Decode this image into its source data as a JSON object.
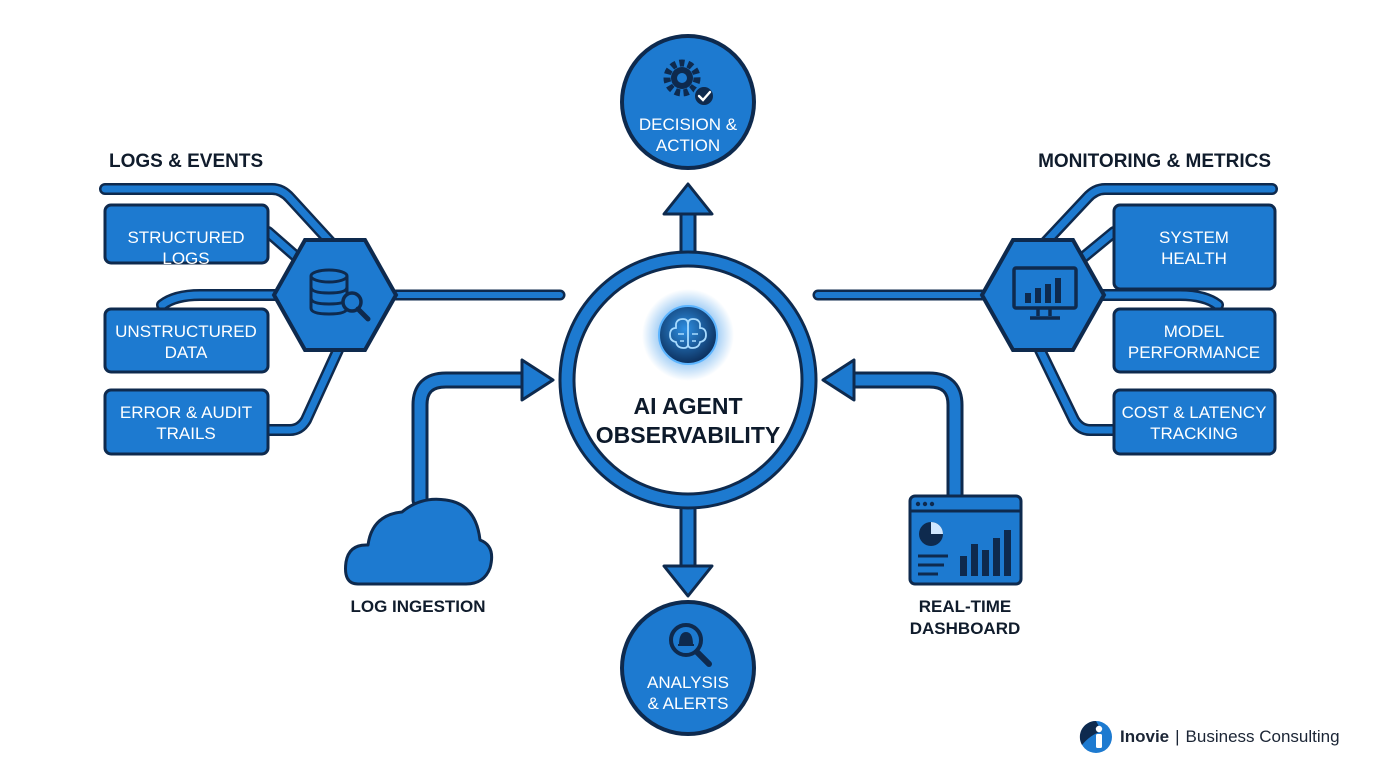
{
  "colors": {
    "accent": "#1d7ad0",
    "outline": "#0e2a4e",
    "bg": "#ffffff"
  },
  "center": {
    "line1": "AI AGENT",
    "line2": "OBSERVABILITY",
    "icon": "brain-icon"
  },
  "top_node": {
    "line1": "DECISION &",
    "line2": "ACTION",
    "icon": "gear-check-icon"
  },
  "bottom_node": {
    "line1": "ANALYSIS",
    "line2": "& ALERTS",
    "icon": "bell-search-icon"
  },
  "left_group": {
    "heading": "LOGS & EVENTS",
    "hub_icon": "database-search-icon",
    "items": [
      {
        "line1": "STRUCTURED",
        "line2": "LOGS"
      },
      {
        "line1": "UNSTRUCTURED",
        "line2": "DATA"
      },
      {
        "line1": "ERROR & AUDIT",
        "line2": "TRAILS"
      }
    ]
  },
  "right_group": {
    "heading": "MONITORING & METRICS",
    "hub_icon": "monitor-chart-icon",
    "items": [
      {
        "line1": "SYSTEM",
        "line2": "HEALTH"
      },
      {
        "line1": "MODEL",
        "line2": "PERFORMANCE"
      },
      {
        "line1": "COST & LATENCY",
        "line2": "TRACKING"
      }
    ]
  },
  "log_ingestion": {
    "label": "LOG INGESTION",
    "icon": "cloud-icon"
  },
  "dashboard": {
    "line1": "REAL-TIME",
    "line2": "DASHBOARD",
    "icon": "dashboard-icon"
  },
  "brand": {
    "name": "Inovie",
    "separator": "|",
    "tagline": "Business Consulting"
  }
}
